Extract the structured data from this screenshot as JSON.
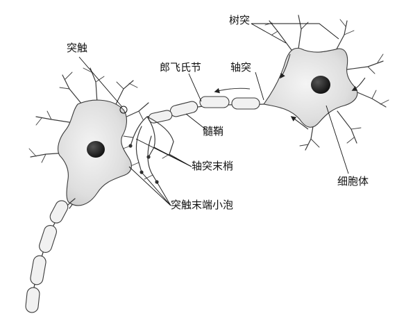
{
  "labels": {
    "dendrite": "树突",
    "synapse": "突触",
    "node_of_ranvier": "郎飞氏节",
    "axon": "轴突",
    "myelin_sheath": "髓鞘",
    "axon_terminal": "轴突末梢",
    "cell_body": "细胞体",
    "synaptic_terminal_bulb": "突触末端小泡"
  },
  "colors": {
    "cell_fill_light": "#f4f4f4",
    "cell_fill_dark": "#c9c9c9",
    "outline": "#3a3a3a",
    "nucleus": "#141414"
  }
}
